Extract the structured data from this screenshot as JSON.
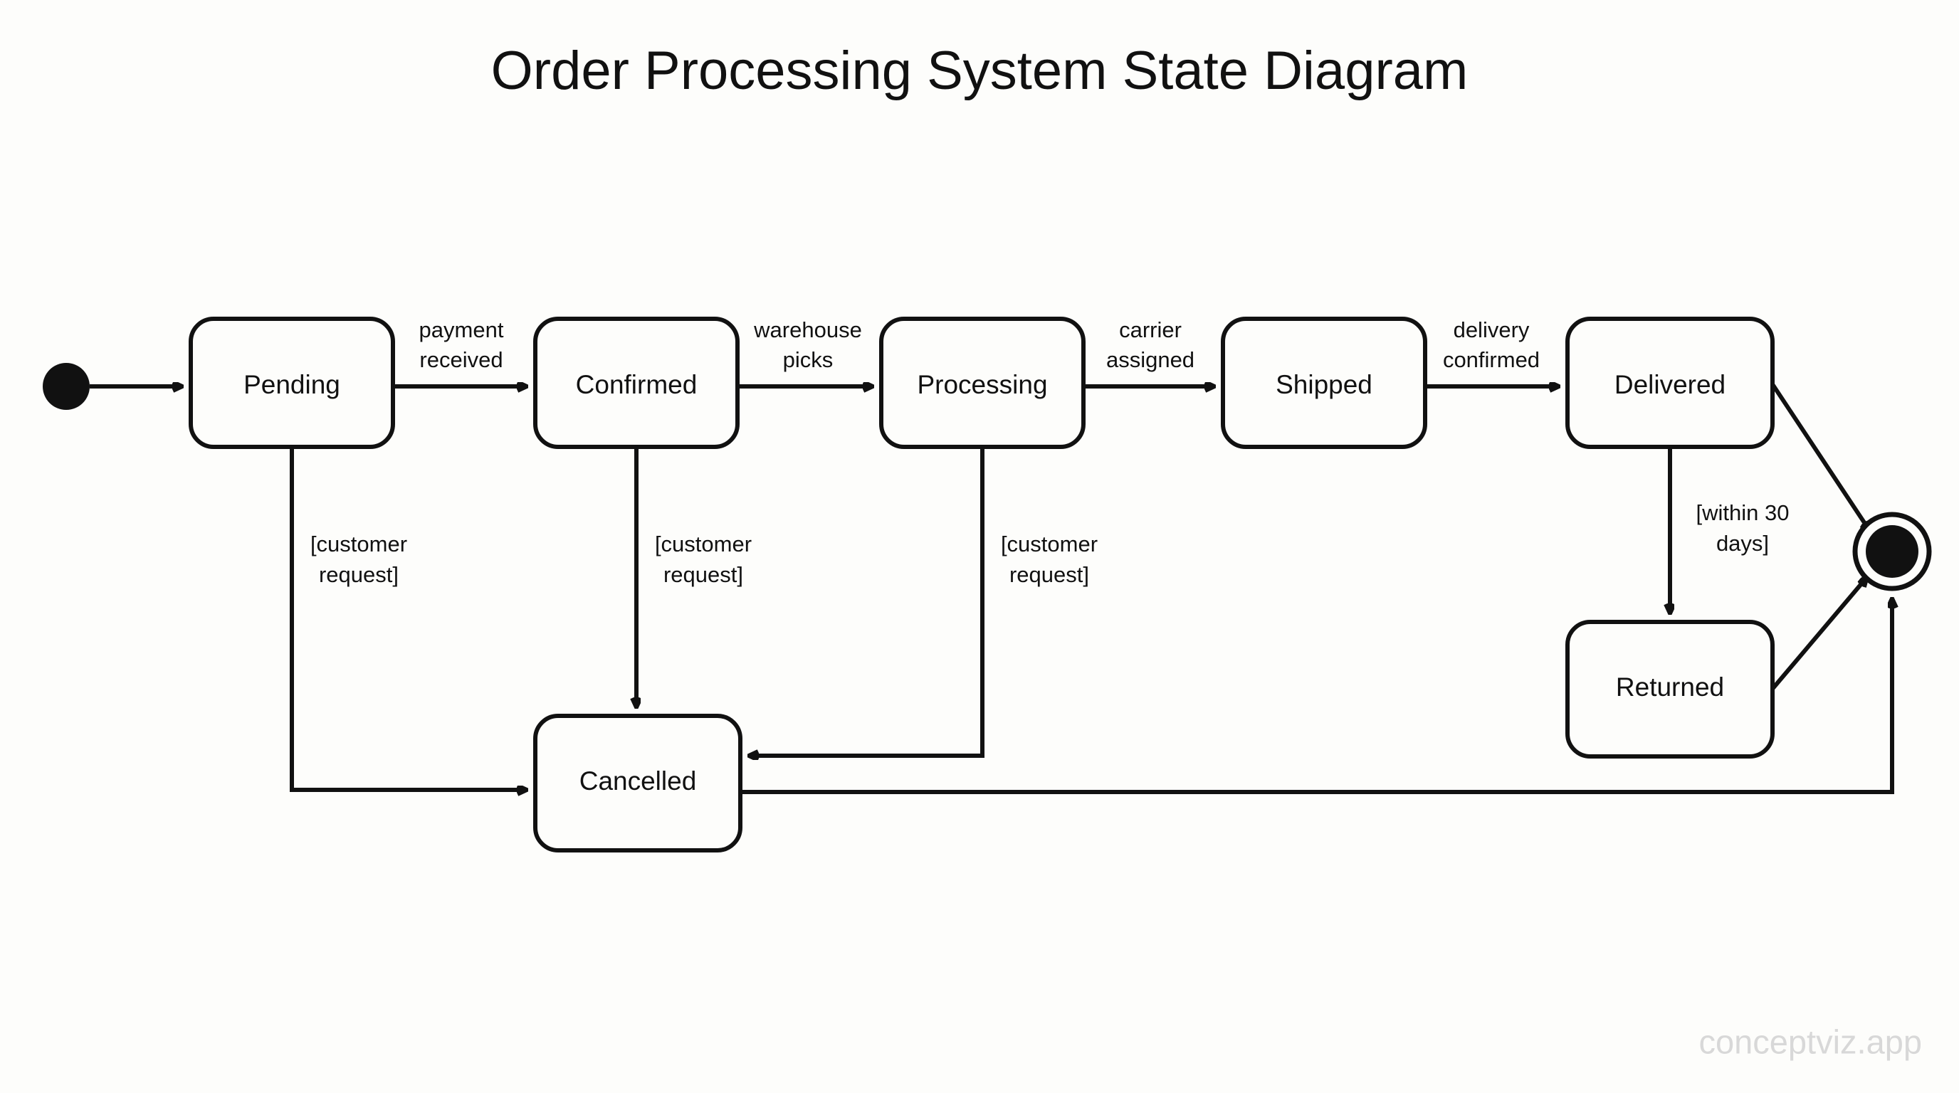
{
  "page": {
    "title": "Order Processing System State Diagram",
    "background_color": "#fdfdfb",
    "ink_color": "#111111",
    "watermark": "conceptviz.app",
    "watermark_color": "#d8d8d8"
  },
  "diagram": {
    "type": "uml-state-machine",
    "nodes": [
      {
        "id": "start",
        "kind": "initial-state",
        "label": ""
      },
      {
        "id": "pending",
        "kind": "state",
        "label": "Pending"
      },
      {
        "id": "confirmed",
        "kind": "state",
        "label": "Confirmed"
      },
      {
        "id": "processing",
        "kind": "state",
        "label": "Processing"
      },
      {
        "id": "shipped",
        "kind": "state",
        "label": "Shipped"
      },
      {
        "id": "delivered",
        "kind": "state",
        "label": "Delivered"
      },
      {
        "id": "returned",
        "kind": "state",
        "label": "Returned"
      },
      {
        "id": "cancelled",
        "kind": "state",
        "label": "Cancelled"
      },
      {
        "id": "end",
        "kind": "final-state",
        "label": ""
      }
    ],
    "transitions": [
      {
        "id": "t1",
        "from": "start",
        "to": "pending",
        "label_line1": "",
        "label_line2": ""
      },
      {
        "id": "t2",
        "from": "pending",
        "to": "confirmed",
        "label_line1": "payment",
        "label_line2": "received"
      },
      {
        "id": "t3",
        "from": "confirmed",
        "to": "processing",
        "label_line1": "warehouse",
        "label_line2": "picks"
      },
      {
        "id": "t4",
        "from": "processing",
        "to": "shipped",
        "label_line1": "carrier",
        "label_line2": "assigned"
      },
      {
        "id": "t5",
        "from": "shipped",
        "to": "delivered",
        "label_line1": "delivery",
        "label_line2": "confirmed"
      },
      {
        "id": "t6",
        "from": "pending",
        "to": "cancelled",
        "label_line1": "[customer",
        "label_line2": "request]"
      },
      {
        "id": "t7",
        "from": "confirmed",
        "to": "cancelled",
        "label_line1": "[customer",
        "label_line2": "request]"
      },
      {
        "id": "t8",
        "from": "processing",
        "to": "cancelled",
        "label_line1": "[customer",
        "label_line2": "request]"
      },
      {
        "id": "t9",
        "from": "delivered",
        "to": "returned",
        "label_line1": "[within 30",
        "label_line2": "days]"
      },
      {
        "id": "t10",
        "from": "delivered",
        "to": "end",
        "label_line1": "",
        "label_line2": ""
      },
      {
        "id": "t11",
        "from": "returned",
        "to": "end",
        "label_line1": "",
        "label_line2": ""
      },
      {
        "id": "t12",
        "from": "cancelled",
        "to": "end",
        "label_line1": "",
        "label_line2": ""
      }
    ]
  }
}
